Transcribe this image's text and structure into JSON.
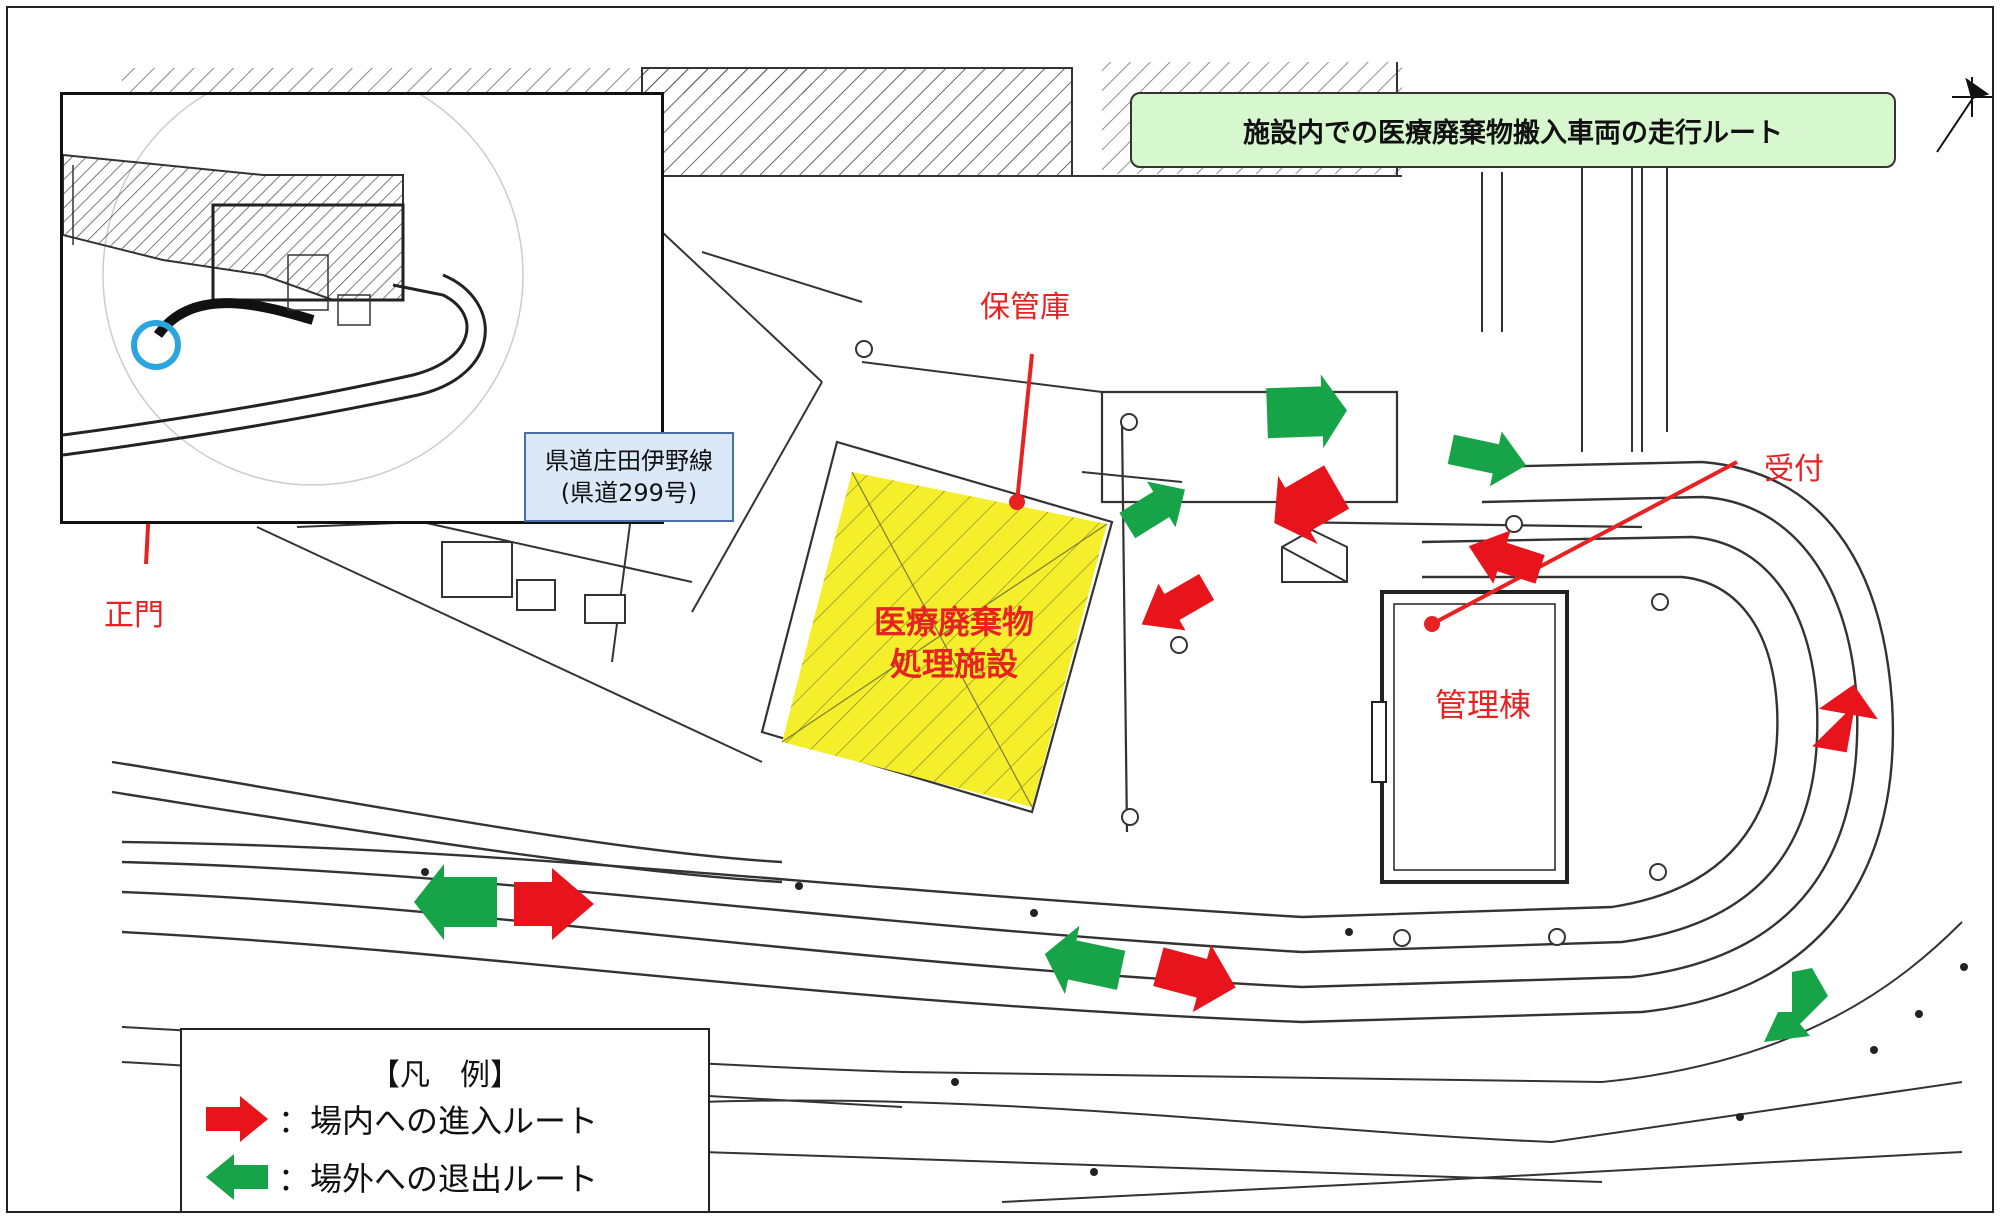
{
  "title": "施設内での医療廃棄物搬入車両の走行ルート",
  "labels": {
    "storage": "保管庫",
    "reception": "受付",
    "facility_line1": "医療廃棄物",
    "facility_line2": "処理施設",
    "admin_building": "管理棟",
    "main_gate": "正門"
  },
  "inset": {
    "road_name": "県道庄田伊野線",
    "road_number": "(県道299号)"
  },
  "legend": {
    "title": "【凡　例】",
    "entry_label": "：場内への進入ルート",
    "exit_label": "：場外への退出ルート"
  },
  "colors": {
    "entry_arrow": "#e8141c",
    "exit_arrow": "#17a347",
    "facility_fill": "#f4ef2a",
    "title_bg": "#d7f7cf",
    "label_red": "#e82222",
    "road_label_bg": "#dbe8f8",
    "gate_circle": "#2aa5e0"
  },
  "icons": {
    "north": "north-arrow-icon",
    "entry": "red-arrow-icon",
    "exit": "green-arrow-icon"
  }
}
